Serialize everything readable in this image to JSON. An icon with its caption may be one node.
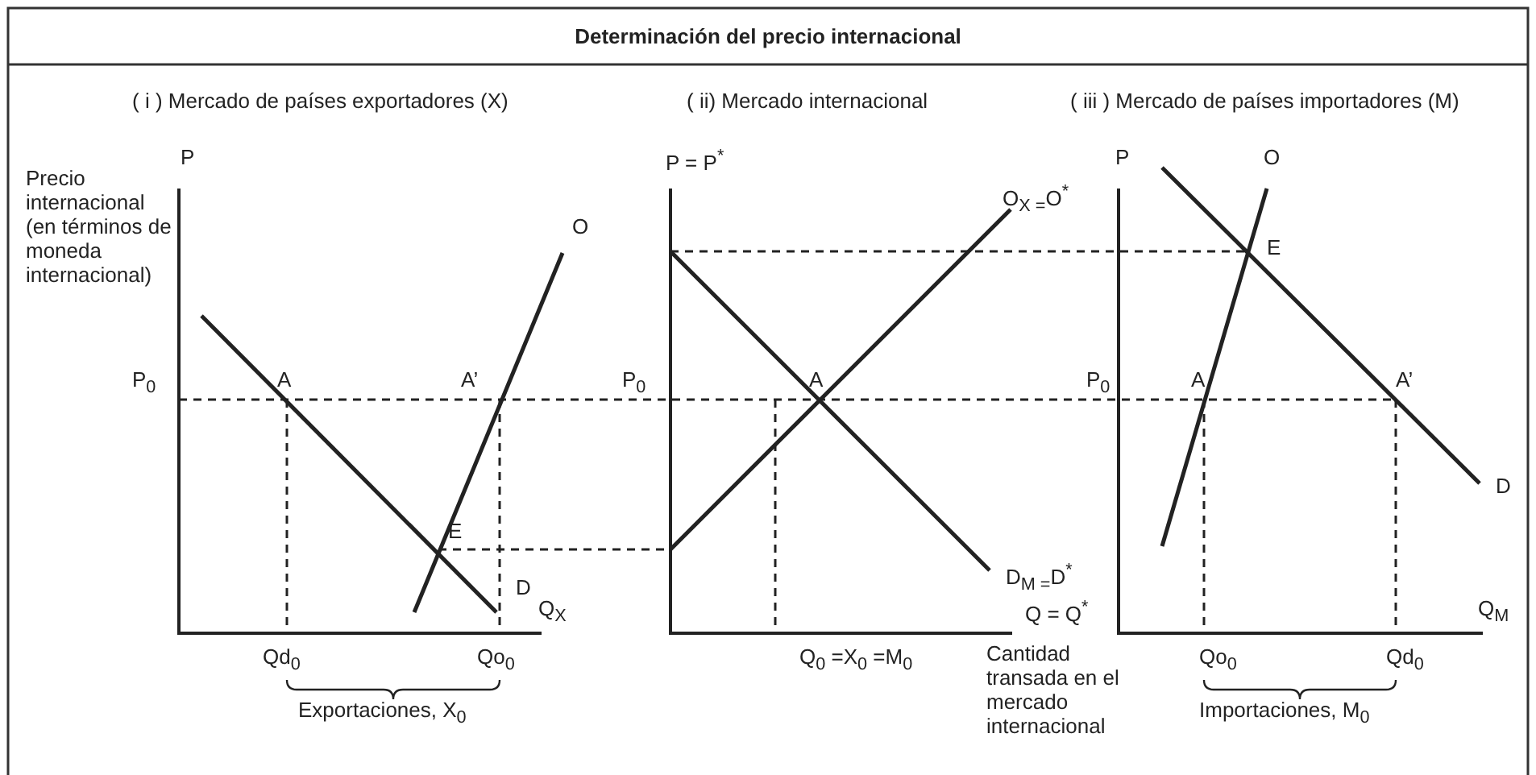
{
  "diagram": {
    "title": "Determinación del precio internacional",
    "labels": [
      "( i ) Mercado de países exportadores (X)",
      "( ii)  Mercado internacional",
      "( iii ) Mercado de países importadores (M)",
      "P",
      "Precio internacional (en términos de moneda internacional)",
      "O",
      "P$_{0}$",
      "A",
      "A’",
      "E",
      "D",
      "Q$_{X}$",
      "Qd$_{0}$",
      "Qo$_{0}$",
      "Exportaciones, X$_{0}$",
      "P = P$^{*}$",
      "O$_{X =}$O$^{*}$",
      "P$_{0}$",
      "A",
      "D$_{M =}$D$^{*}$",
      "Q = Q$^{*}$",
      "Q$_{0}$ =X$_{0}$ =M$_{0}$",
      "Cantidad transada en el mercado internacional",
      "P",
      "O",
      "E",
      "P$_{0}$",
      "A",
      "A’",
      "D",
      "Q$_{M}$",
      "Qo$_{0}$",
      "Qd$_{0}$",
      "Importaciones, M$_{0}$"
    ]
  }
}
